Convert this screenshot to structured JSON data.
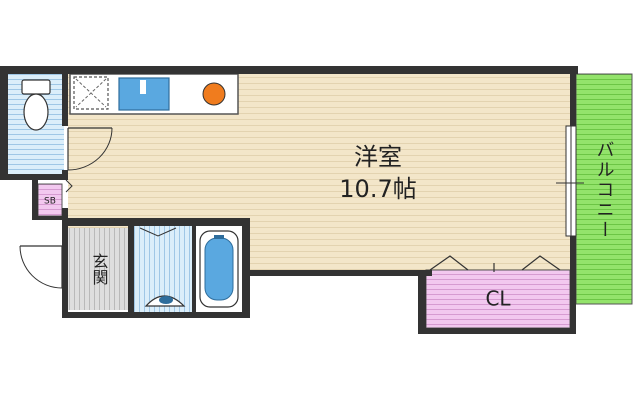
{
  "rooms": {
    "main_room": {
      "name": "洋室",
      "size": "10.7帖"
    },
    "balcony": {
      "name": "バルコニー"
    },
    "closet": {
      "name": "CL"
    },
    "entrance": {
      "name": "玄関"
    },
    "shoe_box": {
      "name": "SB"
    }
  },
  "colors": {
    "wall": "#333333",
    "room_floor": "#f3e6c9",
    "wet_area": "#dbeefa",
    "balcony": "#93e36b",
    "closet": "#f2c8ef",
    "entrance": "#dedede",
    "bathtub": "#5aa8e0",
    "stove": "#f07c1e",
    "sink": "#5aa8e0"
  }
}
